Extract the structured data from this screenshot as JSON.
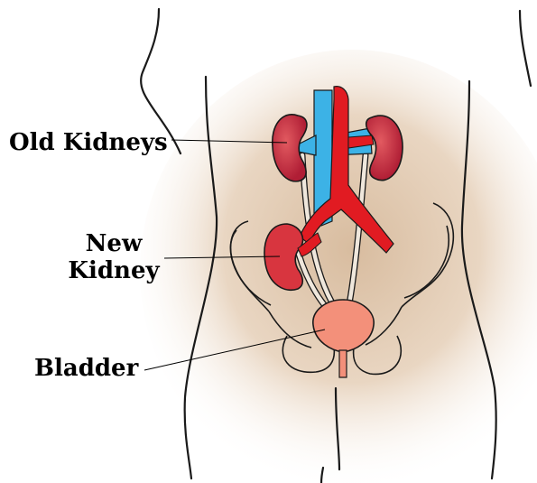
{
  "diagram": {
    "labels": {
      "old_kidneys": "Old Kidneys",
      "new_kidney_line1": "New",
      "new_kidney_line2": "Kidney",
      "bladder": "Bladder"
    },
    "colors": {
      "skin": "#e7d2bd",
      "kidney": "#b01e35",
      "new_kidney": "#d8353f",
      "vein": "#3cb2e6",
      "artery": "#e11b22",
      "bladder": "#f3907a",
      "ureter": "#efe7dc",
      "outline": "#1a1a1a",
      "leader_line": "#000000"
    }
  }
}
